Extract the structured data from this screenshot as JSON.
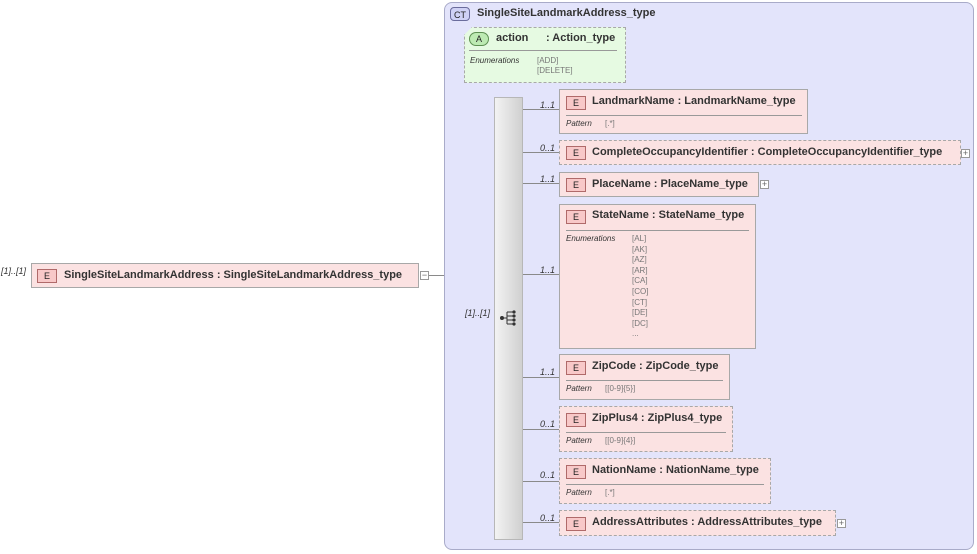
{
  "root": {
    "occurrence": "[1]..[1]",
    "badge": "E",
    "name": "SingleSiteLandmarkAddress : SingleSiteLandmarkAddress_type",
    "toggle": "−"
  },
  "complex_type": {
    "badge": "CT",
    "name": "SingleSiteLandmarkAddress_type",
    "attribute": {
      "badge": "A",
      "name": "action",
      "type": ": Action_type",
      "facet_label": "Enumerations",
      "values": [
        "[ADD]",
        "[DELETE]"
      ]
    },
    "sequence_occurrence": "[1]..[1]",
    "sequence_icon": "sequence-compositor-icon"
  },
  "elements": [
    {
      "badge": "E",
      "occurrence": "1..1",
      "name": "LandmarkName : LandmarkName_type",
      "facet_label": "Pattern",
      "values": [
        "[.*]"
      ]
    },
    {
      "badge": "E",
      "occurrence": "0..1",
      "name": "CompleteOccupancyIdentifier : CompleteOccupancyIdentifier_type",
      "expand": "+"
    },
    {
      "badge": "E",
      "occurrence": "1..1",
      "name": "PlaceName : PlaceName_type",
      "expand": "+"
    },
    {
      "badge": "E",
      "occurrence": "1..1",
      "name": "StateName : StateName_type",
      "facet_label": "Enumerations",
      "values": [
        "[AL]",
        "[AK]",
        "[AZ]",
        "[AR]",
        "[CA]",
        "[CO]",
        "[CT]",
        "[DE]",
        "[DC]",
        "..."
      ]
    },
    {
      "badge": "E",
      "occurrence": "1..1",
      "name": "ZipCode : ZipCode_type",
      "facet_label": "Pattern",
      "values": [
        "[[0-9]{5}]"
      ]
    },
    {
      "badge": "E",
      "occurrence": "0..1",
      "name": "ZipPlus4 : ZipPlus4_type",
      "facet_label": "Pattern",
      "values": [
        "[[0-9]{4}]"
      ]
    },
    {
      "badge": "E",
      "occurrence": "0..1",
      "name": "NationName : NationName_type",
      "facet_label": "Pattern",
      "values": [
        "[.*]"
      ]
    },
    {
      "badge": "E",
      "occurrence": "0..1",
      "name": "AddressAttributes : AddressAttributes_type",
      "expand": "+"
    }
  ],
  "colors": {
    "complex_type_bg": "#e3e4fb",
    "element_bg": "#fbe2e2",
    "attribute_bg": "#e6fae2",
    "connector": "#8a8a8a"
  }
}
